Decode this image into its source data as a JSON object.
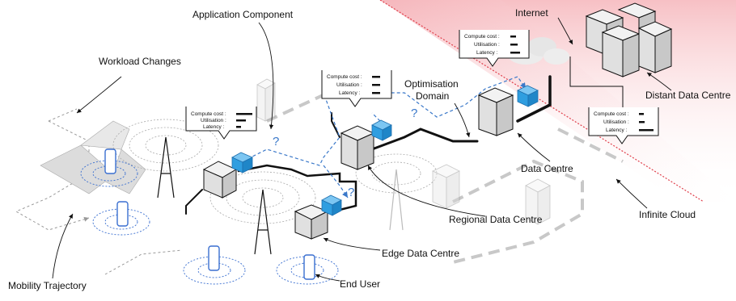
{
  "labels": {
    "application_component": "Application Component",
    "internet": "Internet",
    "workload_changes": "Workload Changes",
    "optimisation_domain_line1": "Optimisation",
    "optimisation_domain_line2": "Domain",
    "distant_data_centre": "Distant Data Centre",
    "data_centre": "Data Centre",
    "regional_data_centre": "Regional Data Centre",
    "infinite_cloud": "Infinite Cloud",
    "edge_data_centre": "Edge Data Centre",
    "end_user": "End User",
    "mobility_trajectory": "Mobility Trajectory"
  },
  "metrics": {
    "compute_cost": "Compute cost :",
    "utilisation": "Utilisation :",
    "latency": "Latency :"
  },
  "question_mark": "?",
  "colors": {
    "cloud_zone": "#f7c4c8",
    "cloud_edge": "#e0404c",
    "link": "#111111",
    "migration": "#3a78c9",
    "component": "#2f9ee0",
    "wave": "#3a6fd0",
    "trajectory": "#999999"
  }
}
